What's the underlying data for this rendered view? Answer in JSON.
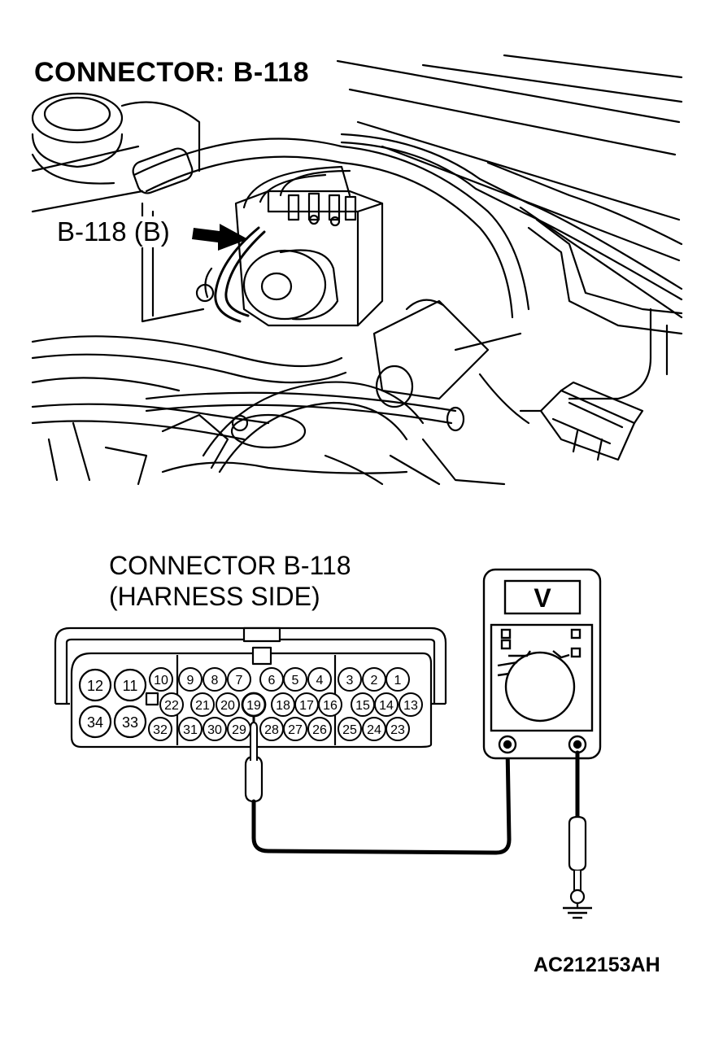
{
  "header": {
    "title": "CONNECTOR: B-118"
  },
  "photo": {
    "callout_label": "B-118 (B)"
  },
  "connector": {
    "title_line1": "CONNECTOR B-118",
    "title_line2": "(HARNESS SIDE)",
    "pins": {
      "large": [
        "12",
        "11",
        "34",
        "33"
      ],
      "top_row": [
        "10",
        "9",
        "8",
        "7",
        "6",
        "5",
        "4",
        "3",
        "2",
        "1"
      ],
      "mid_row": [
        "22",
        "21",
        "20",
        "19",
        "18",
        "17",
        "16",
        "15",
        "14",
        "13"
      ],
      "bottom_row": [
        "32",
        "31",
        "30",
        "29",
        "28",
        "27",
        "26",
        "25",
        "24",
        "23"
      ]
    },
    "probed_pin": "19"
  },
  "meter": {
    "display_symbol": "V"
  },
  "footer": {
    "figure_code": "AC212153AH"
  }
}
